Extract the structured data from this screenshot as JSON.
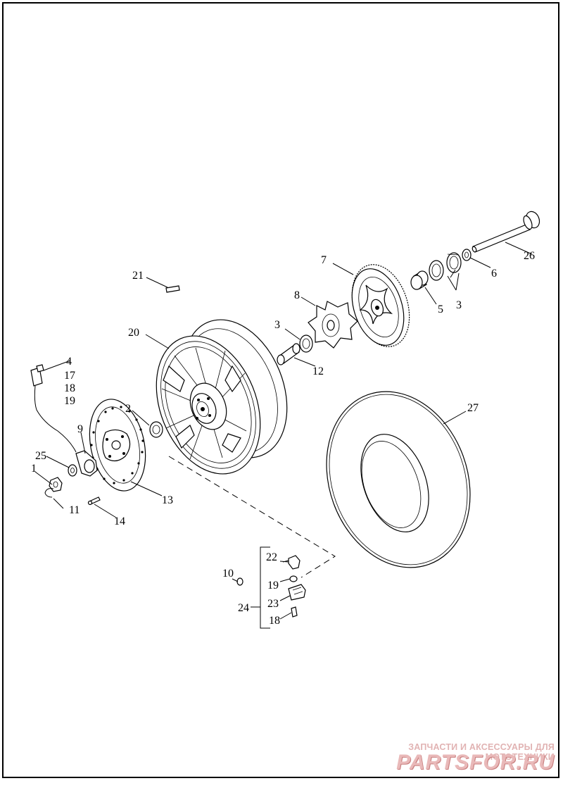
{
  "diagram": {
    "callouts": [
      {
        "id": "c1",
        "text": "1"
      },
      {
        "id": "c2",
        "text": "2"
      },
      {
        "id": "c3a",
        "text": "3"
      },
      {
        "id": "c3b",
        "text": "3"
      },
      {
        "id": "c4",
        "text": "4"
      },
      {
        "id": "c5",
        "text": "5"
      },
      {
        "id": "c6",
        "text": "6"
      },
      {
        "id": "c7",
        "text": "7"
      },
      {
        "id": "c8",
        "text": "8"
      },
      {
        "id": "c9",
        "text": "9"
      },
      {
        "id": "c10",
        "text": "10"
      },
      {
        "id": "c11",
        "text": "11"
      },
      {
        "id": "c12",
        "text": "12"
      },
      {
        "id": "c13",
        "text": "13"
      },
      {
        "id": "c14",
        "text": "14"
      },
      {
        "id": "c17",
        "text": "17"
      },
      {
        "id": "c18a",
        "text": "18"
      },
      {
        "id": "c18b",
        "text": "18"
      },
      {
        "id": "c19a",
        "text": "19"
      },
      {
        "id": "c19b",
        "text": "19"
      },
      {
        "id": "c20",
        "text": "20"
      },
      {
        "id": "c21",
        "text": "21"
      },
      {
        "id": "c22",
        "text": "22"
      },
      {
        "id": "c23",
        "text": "23"
      },
      {
        "id": "c24",
        "text": "24"
      },
      {
        "id": "c25",
        "text": "25"
      },
      {
        "id": "c26",
        "text": "26"
      },
      {
        "id": "c27",
        "text": "27"
      }
    ]
  },
  "watermark": {
    "line1": "ЗАПЧАСТИ И АКСЕССУАРЫ ДЛЯ МОТОТЕХНИКИ",
    "logo": "PARTSFOR.RU",
    "color": "#e1b3b3"
  }
}
